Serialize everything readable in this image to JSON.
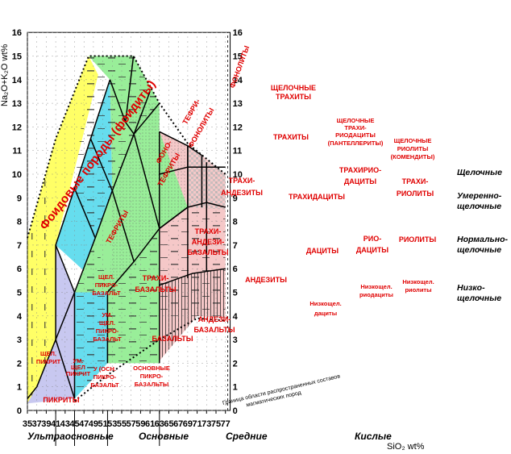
{
  "axes": {
    "ylabel": "Na₂O+K₂O wt%",
    "xlabel": "SiO₂ wt%",
    "x_ticks": [
      "35",
      "37",
      "39",
      "41",
      "43",
      "45",
      "47",
      "49",
      "51",
      "53",
      "55",
      "57",
      "59",
      "61",
      "63",
      "65",
      "67",
      "69",
      "71",
      "73",
      "75",
      "77"
    ],
    "y_ticks": [
      "0",
      "1",
      "2",
      "3",
      "4",
      "5",
      "6",
      "7",
      "8",
      "9",
      "10",
      "11",
      "12",
      "13",
      "14",
      "15",
      "16"
    ],
    "xlim": [
      35,
      78
    ],
    "ylim": [
      0,
      16
    ]
  },
  "groups": [
    "Ультраосновные",
    "Основные",
    "Средние",
    "Кислые"
  ],
  "colors": {
    "foid": "#ffff66",
    "ultrabasic": "#c8c8f0",
    "basic": "#66ddee",
    "intermediate": "#99ee99",
    "acid": "#f5c8c8",
    "label": "#e00000"
  },
  "fields": {
    "foid": "Фоидовые породы (фоидиты)",
    "phonolite": "ФОНОЛИТЫ",
    "alk_trachyte": [
      "ЩЕЛОЧНЫЕ",
      "ТРАХИТЫ"
    ],
    "tephriphonolite": [
      "ТЕФРИ-",
      "ФОНОЛИТЫ"
    ],
    "phonotephrite": [
      "ФОНО-",
      "ТЕФРИТЫ"
    ],
    "tephrite": "ТЕФРИТЫ",
    "trachyte": "ТРАХИТЫ",
    "trachyandesite": [
      "ТРАХИ-",
      "АНДЕЗИТЫ"
    ],
    "trachyandesibasalt": [
      "ТРАХИ-",
      "АНДЕЗИ-",
      "БАЗАЛЬТЫ"
    ],
    "trachybasalt": [
      "ТРАХИ-",
      "БАЗАЛЬТЫ"
    ],
    "alk_picrobasalt": [
      "ЩЕЛ.",
      "ПИКРО-",
      "БАЗАЛЬТ"
    ],
    "alk_picrite": [
      "ЩЕЛ.",
      "ПИКРИТ"
    ],
    "ultraalk_picrite": [
      "УМ.",
      "ЩЕЛ",
      "ПИКРИТ"
    ],
    "mod_alk_picrobasalt": [
      "УМ.",
      "ЩЕЛ.",
      "ПИКРО-",
      "БАЗАЛЬТ"
    ],
    "picrite": "ПИКРИТЫ",
    "normal_picrobasalt": [
      "У (ОСН.",
      "ПИКРО-",
      "БАЗАЛЬТ"
    ],
    "basalt": "БАЗАЛЬТЫ",
    "basic_picrobasalt": [
      "ОСНОВНЫЕ",
      "ПИКРО-",
      "БАЗАЛЬТЫ"
    ],
    "andesibasalt": [
      "АНДЕЗИ-",
      "БАЗАЛЬТЫ"
    ],
    "andesite": "АНДЕЗИТЫ",
    "trachydacite": "ТРАХИДАЦИТЫ",
    "dacite": "ДАЦИТЫ",
    "low_alk_dacite": [
      "Низкощел.",
      "дациты"
    ],
    "alk_trachyrhyodacite": [
      "ЩЕЛОЧНЫЕ",
      "ТРАХИ-",
      "РИОДАЦИТЫ",
      "(ПАНТЕЛЛЕРИТЫ)"
    ],
    "alk_rhyolite": [
      "ЩЕЛОЧНЫЕ",
      "РИОЛИТЫ",
      "(КОМЕНДИТЫ)"
    ],
    "trachyrhyodacite": [
      "ТРАХИРИО-",
      "ДАЦИТЫ"
    ],
    "trachyrhyolite": [
      "ТРАХИ-",
      "РИОЛИТЫ"
    ],
    "rhyodacite": [
      "РИО-",
      "ДАЦИТЫ"
    ],
    "rhyolite": "РИОЛИТЫ",
    "low_alk_rhyodacite": [
      "Низкощел.",
      "риодациты"
    ],
    "low_alk_rhyolite": [
      "Низкощел.",
      "риолиты"
    ]
  },
  "series": {
    "alkaline": "Щелочные",
    "moderate": [
      "Умеренно-",
      "щелочные"
    ],
    "normal": [
      "Нормально-",
      "щелочные"
    ],
    "low": [
      "Низко-",
      "щелочные"
    ]
  },
  "note": [
    "Граница области распространенных составов",
    "магматических пород"
  ]
}
